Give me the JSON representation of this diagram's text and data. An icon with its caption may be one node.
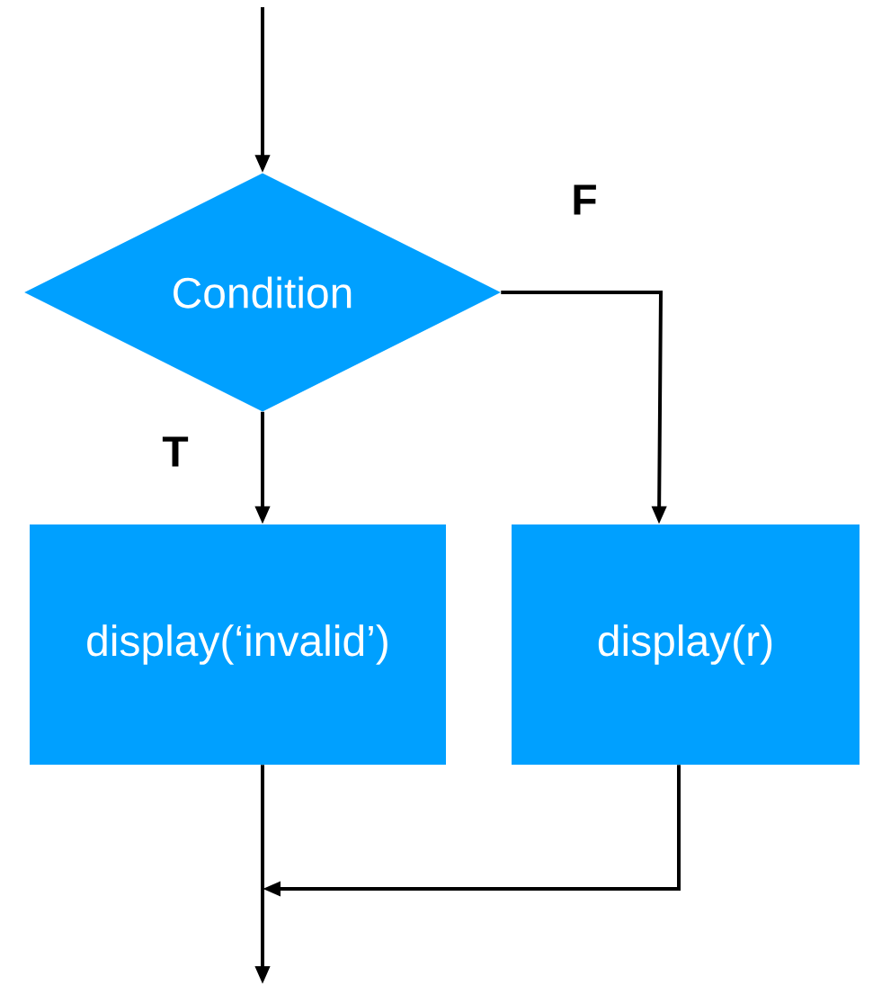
{
  "diagram": {
    "nodes": [
      {
        "text": [
          "Condition"
        ]
      },
      {
        "text": [
          "display(‘invalid’)"
        ]
      },
      {
        "text": [
          "display(r)"
        ]
      }
    ],
    "edges": [
      {
        "from": null,
        "to": 0,
        "arrow": "to"
      },
      {
        "from": 0,
        "to": 1,
        "arrow": "to",
        "label": "T"
      },
      {
        "from": 0,
        "to": 2,
        "arrow": "to",
        "label": "F"
      },
      {
        "from": 1,
        "to": null,
        "arrow": "to"
      },
      {
        "from": 2,
        "to": null,
        "arrow": "to"
      }
    ]
  }
}
